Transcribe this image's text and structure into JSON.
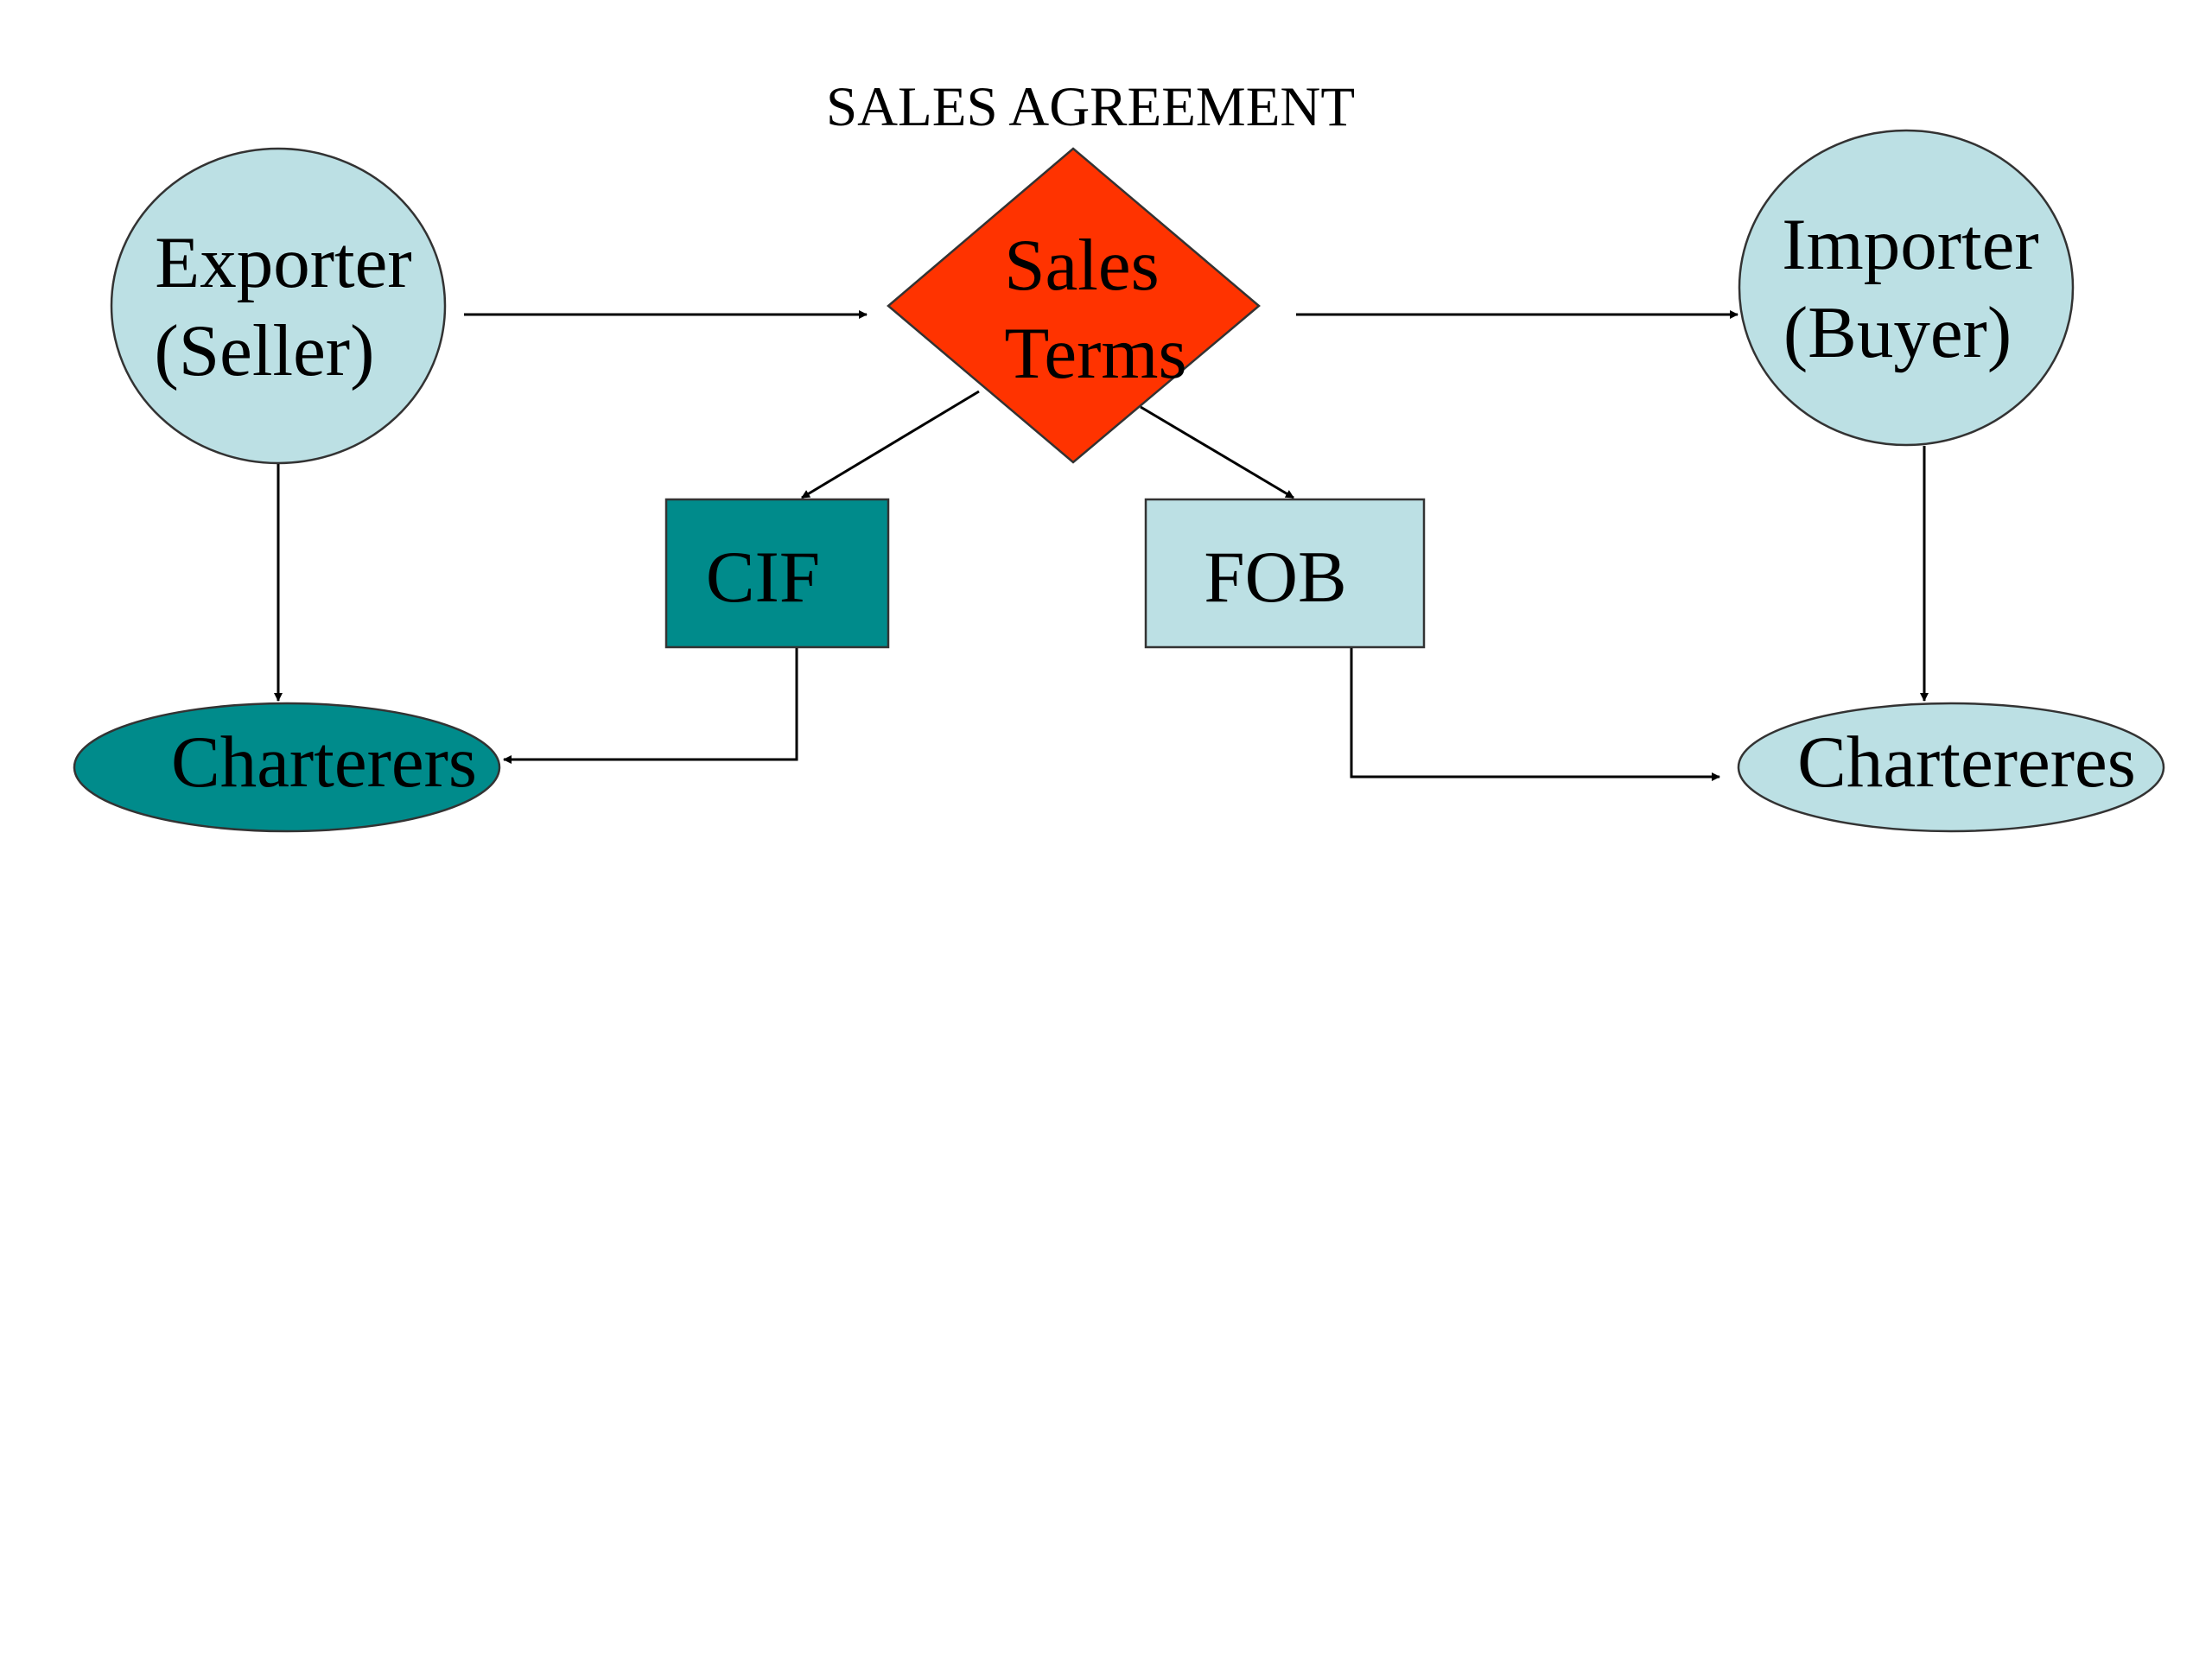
{
  "title": "SALES AGREEMENT",
  "nodes": {
    "exporter": {
      "lines": [
        "Exporter",
        "(Seller)"
      ]
    },
    "sales_terms": {
      "lines": [
        "Sales",
        "Terms"
      ]
    },
    "importer": {
      "lines": [
        "Importer",
        "(Buyer)"
      ]
    },
    "cif": {
      "label": "CIF"
    },
    "fob": {
      "label": "FOB"
    },
    "charterers_left": {
      "label": "Charterers"
    },
    "charterers_right": {
      "label": "Chartereres"
    }
  },
  "colors": {
    "light_teal": "#bce0e4",
    "dark_teal": "#008b8b",
    "red_orange": "#ff3300",
    "edge": "#000000"
  },
  "edges": [
    {
      "from": "exporter",
      "to": "sales_terms"
    },
    {
      "from": "sales_terms",
      "to": "importer"
    },
    {
      "from": "sales_terms",
      "to": "cif"
    },
    {
      "from": "sales_terms",
      "to": "fob"
    },
    {
      "from": "exporter",
      "to": "charterers_left"
    },
    {
      "from": "importer",
      "to": "charterers_right"
    },
    {
      "from": "cif",
      "to": "charterers_left"
    },
    {
      "from": "fob",
      "to": "charterers_right"
    }
  ]
}
